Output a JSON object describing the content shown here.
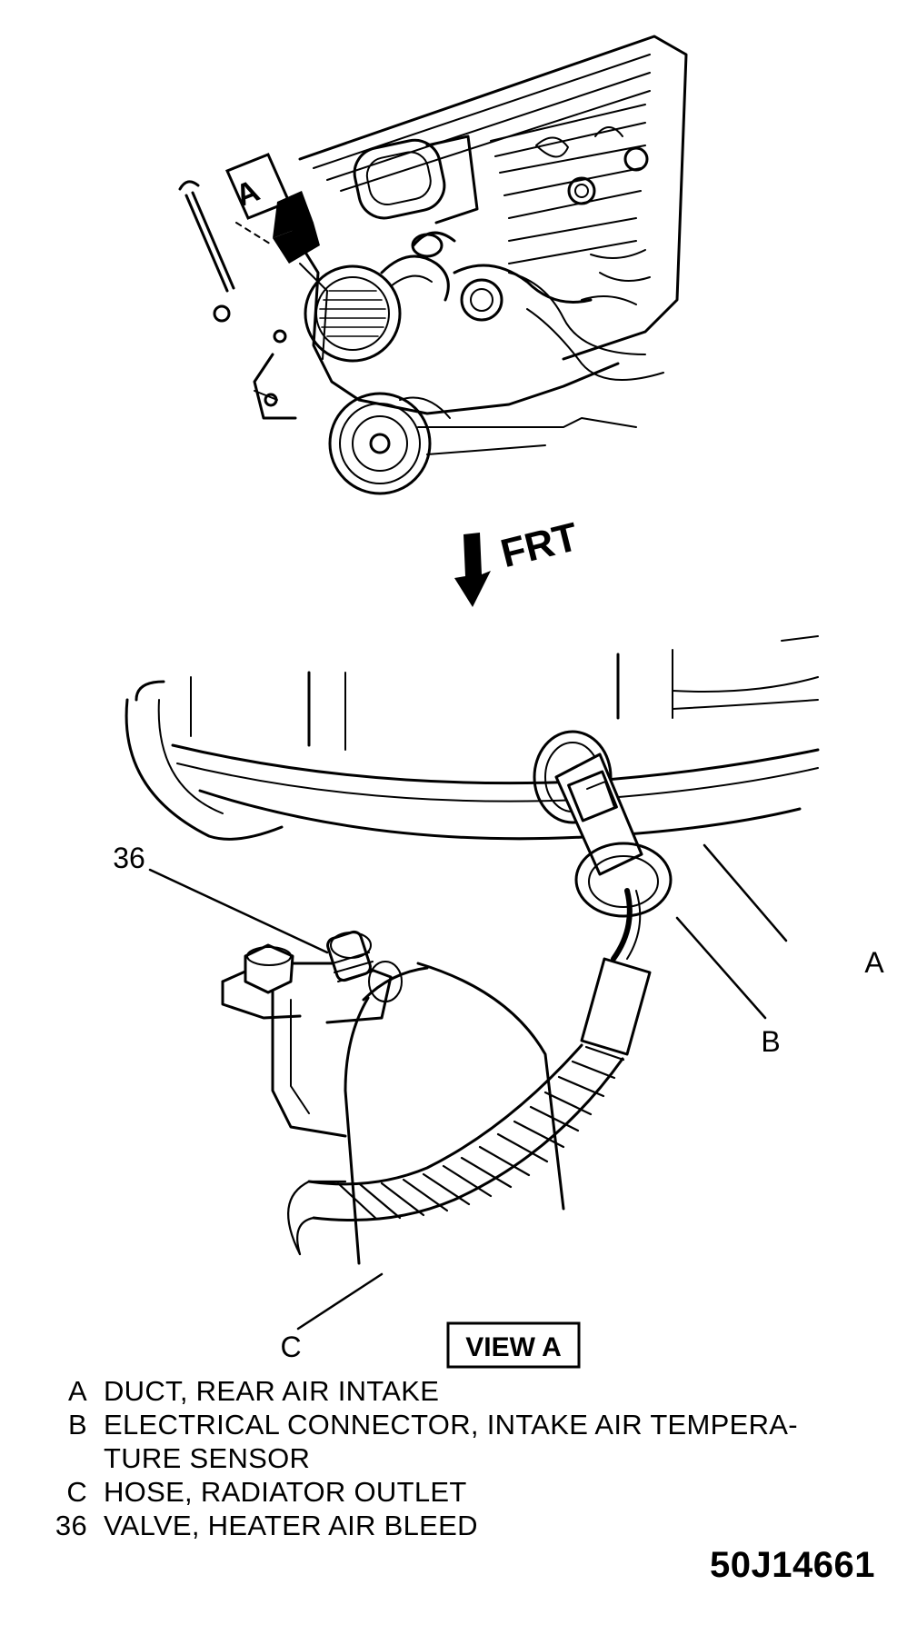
{
  "figure": {
    "figure_code": "50J14661",
    "view_arrow_letter": "A",
    "direction_label": "FRT",
    "view_label": "VIEW A",
    "callouts": {
      "a": "A",
      "b": "B",
      "c": "C",
      "n36": "36"
    }
  },
  "legend": [
    {
      "key": "A",
      "text": "DUCT, REAR AIR INTAKE"
    },
    {
      "key": "B",
      "text": "ELECTRICAL CONNECTOR, INTAKE AIR TEMPERA-"
    },
    {
      "key": "",
      "text": "TURE SENSOR"
    },
    {
      "key": "C",
      "text": "HOSE, RADIATOR OUTLET"
    },
    {
      "key": "36",
      "text": "VALVE, HEATER AIR BLEED"
    }
  ],
  "colors": {
    "ink": "#000000",
    "paper": "#ffffff"
  }
}
